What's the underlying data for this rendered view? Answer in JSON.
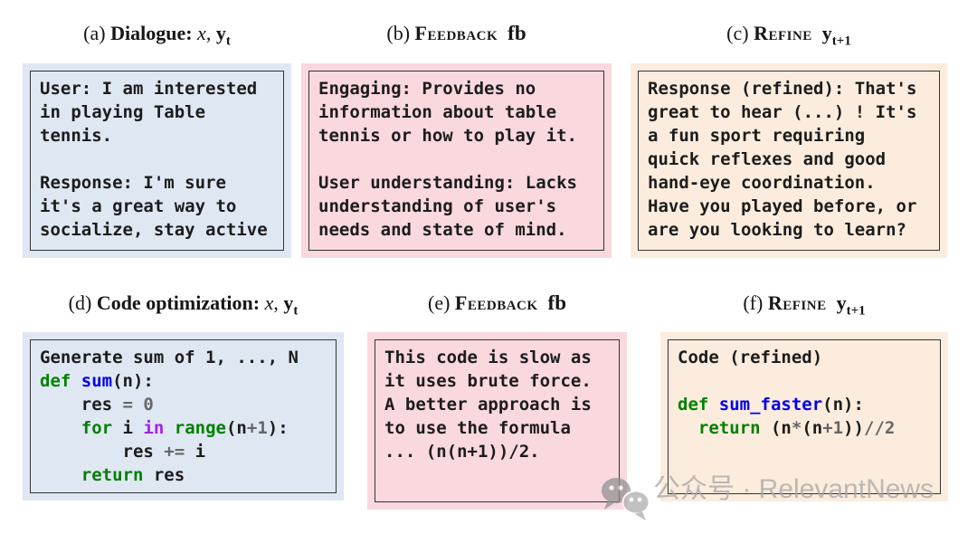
{
  "figure": {
    "kind": "paper-figure",
    "description_visible_only": true
  },
  "colors": {
    "box_blue": "#dfe7f3",
    "box_pink": "#f9d8de",
    "box_peach": "#fcecdd",
    "box_border": "#333333",
    "code_keyword_green": "#008000",
    "code_function_blue": "#0000ee",
    "code_operator_gray": "#666666",
    "code_wordop_purple": "#a020f0",
    "text": "#1c1c1c",
    "watermark_gray": "#a9a9a9"
  },
  "watermark": {
    "icon": "wechat-chat-bubbles-icon",
    "text": "公众号 · RelevantNews"
  },
  "panels": [
    {
      "id": "a",
      "fill": "blue",
      "title_parts": [
        {
          "t": "(a) ",
          "s": "plain"
        },
        {
          "t": "Dialogue: ",
          "s": "bold"
        },
        {
          "t": "x",
          "s": "mathit"
        },
        {
          "t": ", ",
          "s": "plain"
        },
        {
          "t": "y",
          "s": "mathbf"
        },
        {
          "t": "t",
          "s": "mathsub"
        }
      ],
      "lines": [
        [
          {
            "t": "User: I am interested"
          }
        ],
        [
          {
            "t": "in playing Table"
          }
        ],
        [
          {
            "t": "tennis."
          }
        ],
        [],
        [
          {
            "t": "Response: I'm sure"
          }
        ],
        [
          {
            "t": "it's a great way to"
          }
        ],
        [
          {
            "t": "socialize, stay active"
          }
        ]
      ]
    },
    {
      "id": "b",
      "fill": "pink",
      "title_parts": [
        {
          "t": "(b) ",
          "s": "plain"
        },
        {
          "t": "Feedback",
          "s": "sc"
        },
        {
          "t": "  ",
          "s": "plain"
        },
        {
          "t": "fb",
          "s": "fbvar"
        }
      ],
      "lines": [
        [
          {
            "t": "Engaging: Provides no"
          }
        ],
        [
          {
            "t": "information about table"
          }
        ],
        [
          {
            "t": "tennis or how to play it."
          }
        ],
        [],
        [
          {
            "t": "User understanding: Lacks"
          }
        ],
        [
          {
            "t": "understanding of user's"
          }
        ],
        [
          {
            "t": "needs and state of mind."
          }
        ]
      ]
    },
    {
      "id": "c",
      "fill": "peach",
      "title_parts": [
        {
          "t": "(c) ",
          "s": "plain"
        },
        {
          "t": "Refine",
          "s": "sc"
        },
        {
          "t": "  ",
          "s": "plain"
        },
        {
          "t": "y",
          "s": "mathbf"
        },
        {
          "t": "t+1",
          "s": "mathsub"
        }
      ],
      "lines": [
        [
          {
            "t": "Response (refined): That's"
          }
        ],
        [
          {
            "t": "great to hear (...) ! It's"
          }
        ],
        [
          {
            "t": "a fun sport requiring"
          }
        ],
        [
          {
            "t": "quick reflexes and good"
          }
        ],
        [
          {
            "t": "hand-eye coordination."
          }
        ],
        [
          {
            "t": "Have you played before, or"
          }
        ],
        [
          {
            "t": "are you looking to learn?"
          }
        ]
      ]
    },
    {
      "id": "d",
      "fill": "blue",
      "title_parts": [
        {
          "t": "(d) ",
          "s": "plain"
        },
        {
          "t": "Code optimization: ",
          "s": "bold"
        },
        {
          "t": "x",
          "s": "mathit"
        },
        {
          "t": ", ",
          "s": "plain"
        },
        {
          "t": "y",
          "s": "mathbf"
        },
        {
          "t": "t",
          "s": "mathsub"
        }
      ],
      "lines": [
        [
          {
            "t": "Generate sum of 1, ..., N"
          }
        ],
        [
          {
            "t": "def",
            "c": "kw"
          },
          {
            "t": " "
          },
          {
            "t": "sum",
            "c": "fn"
          },
          {
            "t": "(n):"
          }
        ],
        [
          {
            "t": "    res "
          },
          {
            "t": "=",
            "c": "op"
          },
          {
            "t": " "
          },
          {
            "t": "0",
            "c": "op"
          }
        ],
        [
          {
            "t": "    "
          },
          {
            "t": "for",
            "c": "kw"
          },
          {
            "t": " i "
          },
          {
            "t": "in",
            "c": "wop"
          },
          {
            "t": " "
          },
          {
            "t": "range",
            "c": "kw"
          },
          {
            "t": "(n"
          },
          {
            "t": "+",
            "c": "op"
          },
          {
            "t": "1",
            "c": "op"
          },
          {
            "t": "):"
          }
        ],
        [
          {
            "t": "        res "
          },
          {
            "t": "+=",
            "c": "op"
          },
          {
            "t": " i"
          }
        ],
        [
          {
            "t": "    "
          },
          {
            "t": "return",
            "c": "kw"
          },
          {
            "t": " res"
          }
        ]
      ]
    },
    {
      "id": "e",
      "fill": "pink",
      "title_parts": [
        {
          "t": "(e) ",
          "s": "plain"
        },
        {
          "t": "Feedback",
          "s": "sc"
        },
        {
          "t": "  ",
          "s": "plain"
        },
        {
          "t": "fb",
          "s": "fbvar"
        }
      ],
      "lines": [
        [
          {
            "t": "This code is slow as"
          }
        ],
        [
          {
            "t": "it uses brute force."
          }
        ],
        [
          {
            "t": "A better approach is"
          }
        ],
        [
          {
            "t": "to use the formula"
          }
        ],
        [
          {
            "t": "... (n(n+1))/2."
          }
        ]
      ]
    },
    {
      "id": "f",
      "fill": "peach",
      "title_parts": [
        {
          "t": "(f) ",
          "s": "plain"
        },
        {
          "t": "Refine",
          "s": "sc"
        },
        {
          "t": "  ",
          "s": "plain"
        },
        {
          "t": "y",
          "s": "mathbf"
        },
        {
          "t": "t+1",
          "s": "mathsub"
        }
      ],
      "lines": [
        [
          {
            "t": "Code (refined)"
          }
        ],
        [],
        [
          {
            "t": "def",
            "c": "kw"
          },
          {
            "t": " "
          },
          {
            "t": "sum_faster",
            "c": "fn"
          },
          {
            "t": "(n):"
          }
        ],
        [
          {
            "t": "  "
          },
          {
            "t": "return",
            "c": "kw"
          },
          {
            "t": " (n"
          },
          {
            "t": "*",
            "c": "op"
          },
          {
            "t": "(n"
          },
          {
            "t": "+",
            "c": "op"
          },
          {
            "t": "1",
            "c": "op"
          },
          {
            "t": "))"
          },
          {
            "t": "//",
            "c": "op"
          },
          {
            "t": "2",
            "c": "op"
          }
        ]
      ]
    }
  ]
}
